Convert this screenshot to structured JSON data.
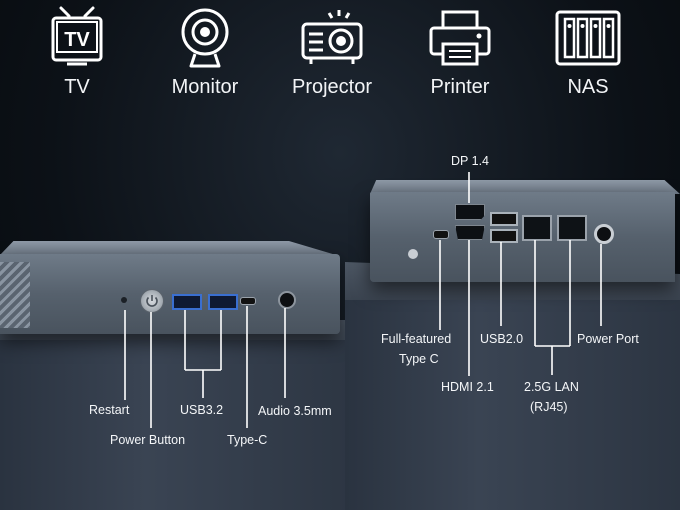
{
  "devices": [
    {
      "label": "TV",
      "icon": "tv-icon"
    },
    {
      "label": "Monitor",
      "icon": "webcam-icon"
    },
    {
      "label": "Projector",
      "icon": "projector-icon"
    },
    {
      "label": "Printer",
      "icon": "printer-icon"
    },
    {
      "label": "NAS",
      "icon": "nas-icon"
    }
  ],
  "front_ports": {
    "restart": "Restart",
    "power_button": "Power Button",
    "usb32": "USB3.2",
    "type_c": "Type-C",
    "audio": "Audio 3.5mm"
  },
  "rear_ports": {
    "dp": "DP 1.4",
    "full_type_c_line1": "Full-featured",
    "full_type_c_line2": "Type C",
    "hdmi": "HDMI 2.1",
    "usb20": "USB2.0",
    "lan_line1": "2.5G LAN",
    "lan_line2": "(RJ45)",
    "power_port": "Power Port"
  },
  "colors": {
    "accent_text": "#f4f6f8",
    "background": "#0c1117"
  }
}
